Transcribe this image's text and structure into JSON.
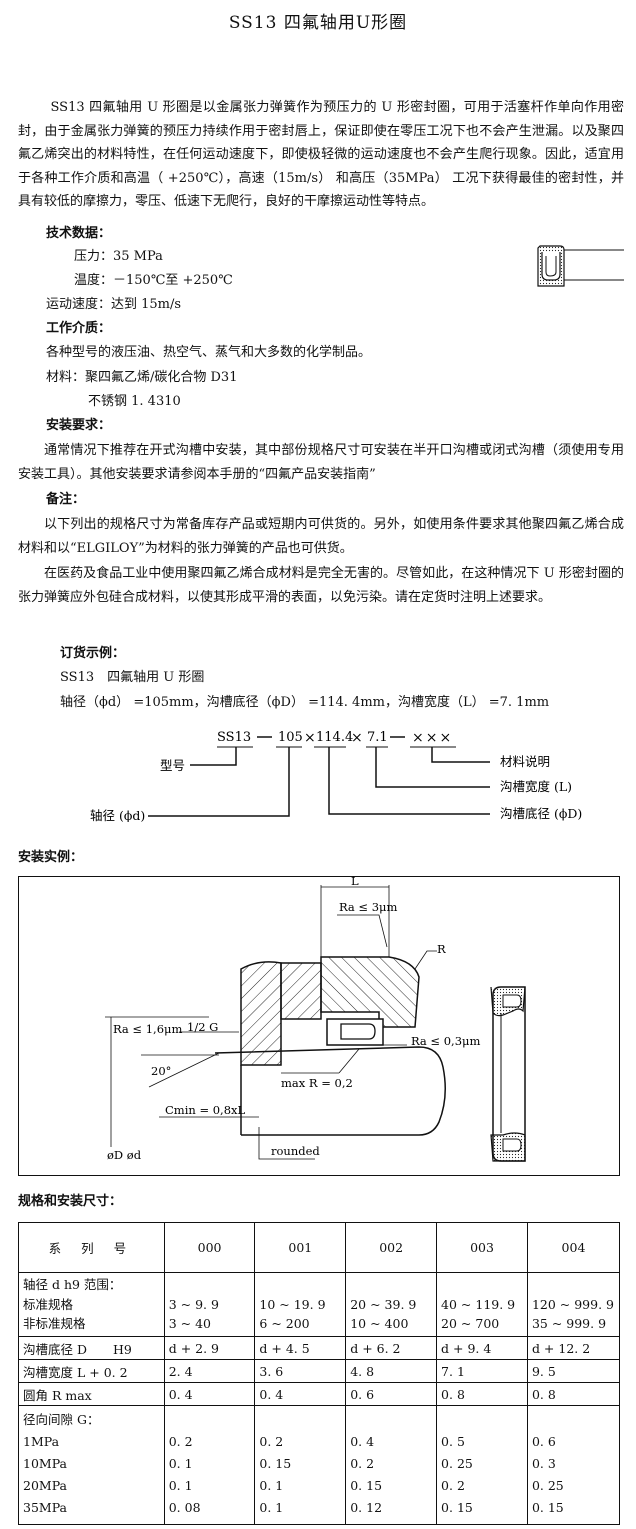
{
  "title": "SS13  四氟轴用U形圈",
  "intro": "SS13 四氟轴用 U 形圈是以金属张力弹簧作为预压力的 U 形密封圈，可用于活塞杆作单向作用密封，由于金属张力弹簧的预压力持续作用于密封唇上，保证即使在零压工况下也不会产生泄漏。以及聚四氟乙烯突出的材料特性，在任何运动速度下，即使极轻微的运动速度也不会产生爬行现象。因此，适宜用于各种工作介质和高温（ +250℃），高速（15m/s） 和高压（35MPa） 工况下获得最佳的密封性，并具有较低的摩擦力，零压、低速下无爬行，良好的干摩擦运动性等特点。",
  "tech": {
    "heading": "技术数据：",
    "pressure": "压力：35 MPa",
    "temperature": "温度：－150℃至 +250℃",
    "speed": "运动速度：达到 15m/s",
    "media_heading": "工作介质：",
    "media": "各种型号的液压油、热空气、蒸气和大多数的化学制品。",
    "material1": "材料：聚四氟乙烯/碳化合物 D31",
    "material2": "不锈钢 1. 4310",
    "install_heading": "安装要求：",
    "install_text": "通常情况下推荐在开式沟槽中安装，其中部份规格尺寸可安装在半开口沟槽或闭式沟槽（须使用专用安装工具）。其他安装要求请参阅本手册的“四氟产品安装指南”",
    "note_heading": "备注：",
    "note1": "以下列出的规格尺寸为常备库存产品或短期内可供货的。另外，如使用条件要求其他聚四氟乙烯合成材料和以“ELGILOY”为材料的张力弹簧的产品也可供货。",
    "note2": "在医药及食品工业中使用聚四氟乙烯合成材料是完全无害的。尽管如此，在这种情况下 U 形密封圈的张力弹簧应外包硅合成材料，以使其形成平滑的表面，以免污染。请在定货时注明上述要求。"
  },
  "order": {
    "heading": "订货示例：",
    "product": "SS13　四氟轴用 U 形圈",
    "dims": "轴径（ϕd） =105mm，沟槽底径（ϕD） =114. 4mm，沟槽宽度（L） =7. 1mm",
    "code_series": "SS13",
    "code_d": "105",
    "code_x1": "×",
    "code_D": "114.4",
    "code_x2": "×",
    "code_L": "7.1",
    "code_mat": "×××",
    "label_model": "型号",
    "label_shaft": "轴径 (ϕd)",
    "label_material": "材料说明",
    "label_width": "沟槽宽度 (L)",
    "label_groove": "沟槽底径 (ϕD)"
  },
  "install_example": {
    "heading": "安装实例：",
    "L": "L",
    "ra3": "Ra ≤ 3μm",
    "R": "R",
    "ra16": "Ra ≤ 1,6μm",
    "half_g": "1/2 G",
    "ra03": "Ra ≤ 0,3μm",
    "angle": "20°",
    "max_r": "max R = 0,2",
    "cmin": "Cmin = 0,8xL",
    "od": "øD  ød",
    "rounded": "rounded"
  },
  "spec": {
    "heading": "规格和安装尺寸：",
    "header": [
      "系 列 号",
      "000",
      "001",
      "002",
      "003",
      "004"
    ],
    "shaft_range": {
      "labels": [
        "轴径 d h9 范围：",
        "标准规格",
        "非标准规格"
      ],
      "cols": [
        [
          "",
          "3 ~ 9. 9",
          "3 ~ 40"
        ],
        [
          "",
          "10 ~ 19. 9",
          "6 ~ 200"
        ],
        [
          "",
          "20 ~ 39. 9",
          "10 ~ 400"
        ],
        [
          "",
          "40 ~ 119. 9",
          "20 ~ 700"
        ],
        [
          "",
          "120 ~ 999. 9",
          "35 ~ 999. 9"
        ]
      ]
    },
    "groove_d": {
      "label": "沟槽底径 D",
      "label2": "H9",
      "values": [
        "d + 2. 9",
        "d + 4. 5",
        "d + 6. 2",
        "d + 9. 4",
        "d + 12. 2"
      ]
    },
    "groove_w": {
      "label": "沟槽宽度 L + 0. 2",
      "values": [
        "2. 4",
        "3. 6",
        "4. 8",
        "7. 1",
        "9. 5"
      ]
    },
    "fillet": {
      "label": "圆角 R  max",
      "values": [
        "0. 4",
        "0. 4",
        "0. 6",
        "0. 8",
        "0. 8"
      ]
    },
    "clearance": {
      "labels": [
        "径向间隙 G：",
        "1MPa",
        "10MPa",
        "20MPa",
        "35MPa"
      ],
      "cols": [
        [
          "",
          "0. 2",
          "0. 1",
          "0. 1",
          "0. 08"
        ],
        [
          "",
          "0. 2",
          "0. 15",
          "0. 1",
          "0. 1"
        ],
        [
          "",
          "0. 4",
          "0. 2",
          "0. 15",
          "0. 12"
        ],
        [
          "",
          "0. 5",
          "0. 25",
          "0. 2",
          "0. 15"
        ],
        [
          "",
          "0. 6",
          "0. 3",
          "0. 25",
          "0. 15"
        ]
      ]
    }
  }
}
